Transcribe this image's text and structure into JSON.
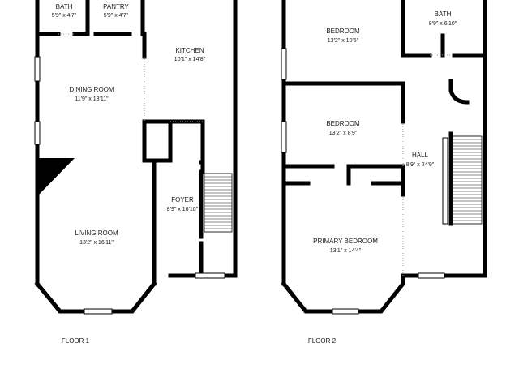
{
  "floors": [
    {
      "label": "FLOOR 1",
      "rooms": [
        {
          "name": "BATH",
          "dims": "5'9\" x 4'7\""
        },
        {
          "name": "PANTRY",
          "dims": "5'9\" x 4'7\""
        },
        {
          "name": "KITCHEN",
          "dims": "10'1\" x 14'8\""
        },
        {
          "name": "DINING ROOM",
          "dims": "11'9\" x 13'11\""
        },
        {
          "name": "FOYER",
          "dims": "8'9\" x 16'10\""
        },
        {
          "name": "LIVING ROOM",
          "dims": "13'2\" x 16'11\""
        }
      ]
    },
    {
      "label": "FLOOR 2",
      "rooms": [
        {
          "name": "BEDROOM",
          "dims": "13'2\" x 10'5\""
        },
        {
          "name": "BATH",
          "dims": "8'9\" x 6'10\""
        },
        {
          "name": "BEDROOM",
          "dims": "13'2\" x 8'9\""
        },
        {
          "name": "HALL",
          "dims": "8'9\" x 24'9\""
        },
        {
          "name": "PRIMARY BEDROOM",
          "dims": "13'1\" x 14'4\""
        }
      ]
    }
  ],
  "colors": {
    "wall": "#000000",
    "background": "#ffffff",
    "text": "#1a1a1a"
  }
}
